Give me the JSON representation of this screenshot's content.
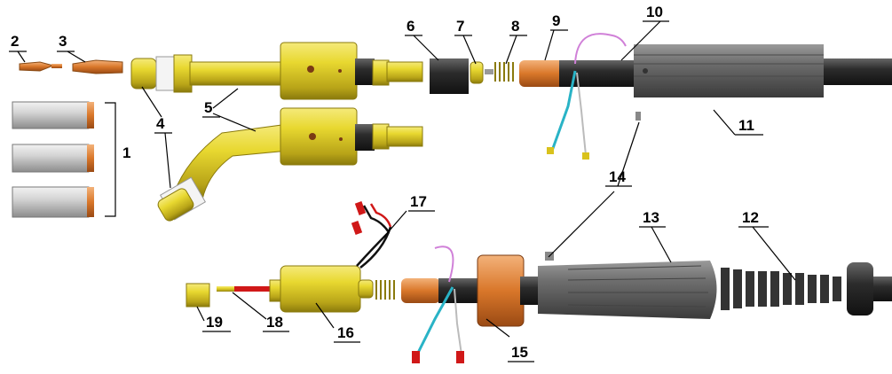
{
  "labels": [
    "1",
    "2",
    "3",
    "4",
    "5",
    "6",
    "7",
    "8",
    "9",
    "10",
    "11",
    "12",
    "13",
    "14",
    "15",
    "16",
    "17",
    "18",
    "19"
  ],
  "colors": {
    "brass": "#e6d22e",
    "brass_dark": "#9a8a10",
    "copper": "#d9772a",
    "silver": "#c8c8c8",
    "black": "#2a2a2a",
    "red": "#d01818",
    "cyan": "#29b3c6",
    "pink": "#d080d8"
  }
}
